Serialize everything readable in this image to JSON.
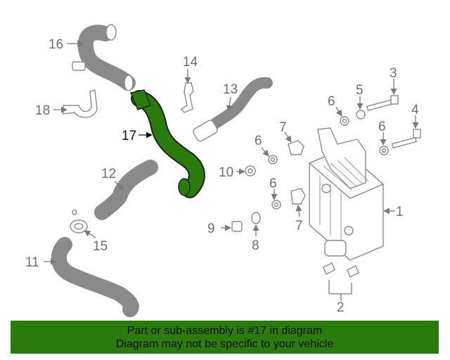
{
  "diagram": {
    "highlight_color": "#2a7a0c",
    "highlighted_part": "17",
    "callouts": [
      "1",
      "2",
      "3",
      "4",
      "5",
      "6",
      "6",
      "6",
      "6",
      "7",
      "7",
      "8",
      "9",
      "10",
      "11",
      "12",
      "13",
      "14",
      "15",
      "16",
      "17",
      "18"
    ]
  },
  "banner": {
    "line1": "Part or sub-assembly is #17 in diagram",
    "line2": "Diagram may not be specific to your vehicle",
    "background": "#2a7a0c"
  }
}
